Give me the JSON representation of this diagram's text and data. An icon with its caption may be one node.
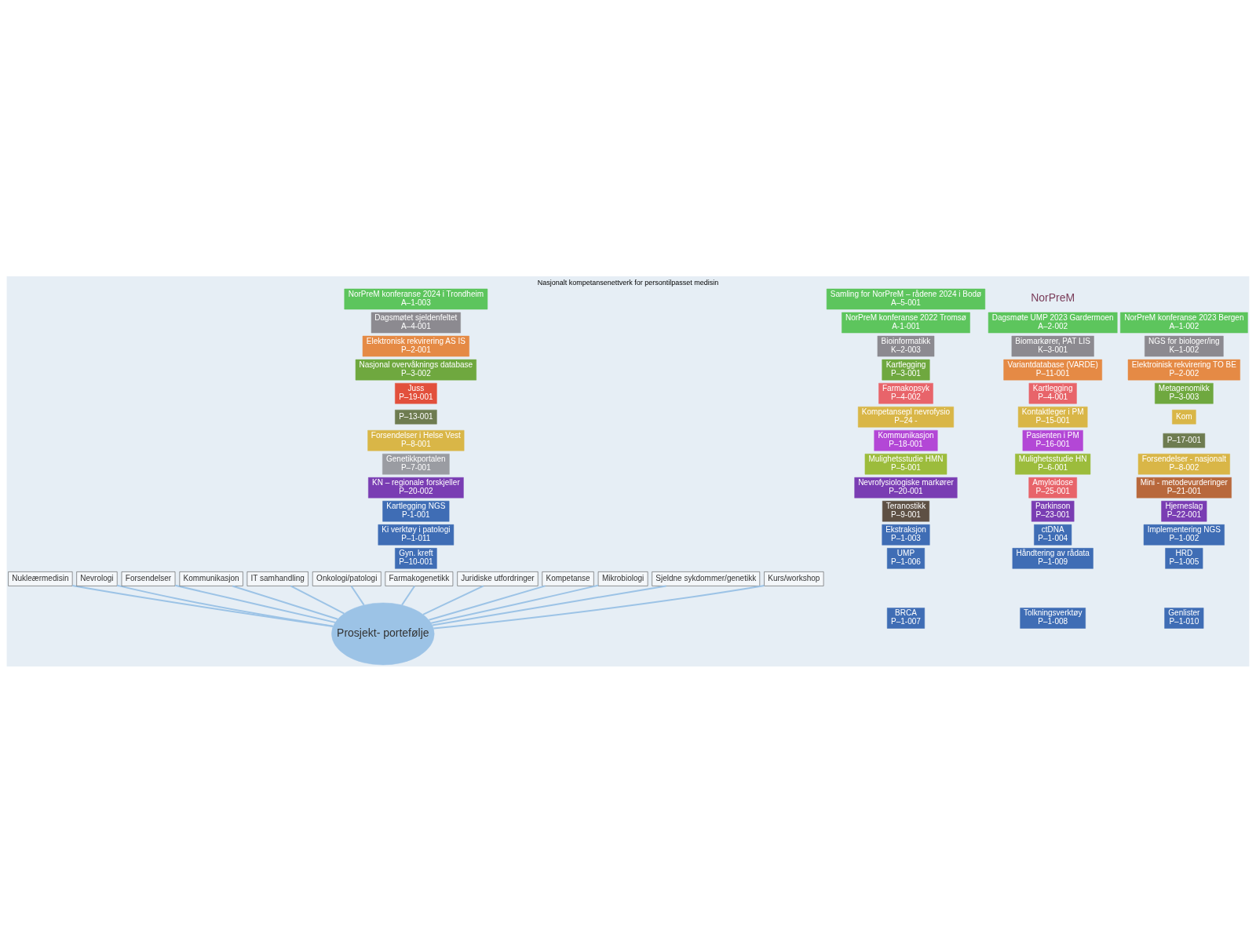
{
  "diagram": {
    "title": "Nasjonalt kompetansenettverk for persontilpasset medisin",
    "nodes": [
      {
        "text": [
          "Prosjekt- portefølje"
        ]
      },
      {
        "text": [
          "Nukleærmedisin"
        ]
      },
      {
        "text": [
          "Nevrologi"
        ]
      },
      {
        "text": [
          "Forsendelser"
        ]
      },
      {
        "text": [
          "Kommunikasjon"
        ]
      },
      {
        "text": [
          "IT samhandling"
        ]
      },
      {
        "text": [
          "Onkologi/patologi"
        ]
      },
      {
        "text": [
          "Farmakogenetikk"
        ]
      },
      {
        "text": [
          "Juridiske utfordringer"
        ]
      },
      {
        "text": [
          "Kompetanse"
        ]
      },
      {
        "text": [
          "Mikrobiologi"
        ]
      },
      {
        "text": [
          "Sjeldne sykdommer/genetikk"
        ]
      },
      {
        "text": [
          "Kurs/workshop"
        ]
      },
      {
        "text": [
          "BRCA",
          "P–1-007"
        ]
      },
      {
        "text": [
          "Tolkningsverktøy",
          "P–1-008"
        ]
      },
      {
        "text": [
          "Genlister",
          "P–1-010"
        ]
      },
      {
        "text": [
          "Gyn. kreft",
          "P–10-001"
        ]
      },
      {
        "text": [
          "UMP",
          "P–1-006"
        ]
      },
      {
        "text": [
          "Håndtering av rådata",
          "P–1-009"
        ]
      },
      {
        "text": [
          "HRD",
          "P–1-005"
        ]
      },
      {
        "text": [
          "Ki verktøy i patologi",
          "P–1-011"
        ]
      },
      {
        "text": [
          "Ekstraksjon",
          "P–1-003"
        ]
      },
      {
        "text": [
          "ctDNA",
          "P–1-004"
        ]
      },
      {
        "text": [
          "Implementering NGS",
          "P–1-002"
        ]
      },
      {
        "text": [
          "Kartlegging NGS",
          "P-1-001"
        ]
      },
      {
        "text": [
          "Teranostikk",
          "P–9-001"
        ]
      },
      {
        "text": [
          "Parkinson",
          "P–23-001"
        ]
      },
      {
        "text": [
          "Hjerneslag",
          "P–22-001"
        ]
      },
      {
        "text": [
          "KN – regionale forskjeller",
          "P–20-002"
        ]
      },
      {
        "text": [
          "Nevrofysiologiske markører",
          "P–20-001"
        ]
      },
      {
        "text": [
          "Amyloidose",
          "P–25-001"
        ]
      },
      {
        "text": [
          "Mini - metodevurderinger",
          "P–21-001"
        ]
      },
      {
        "text": [
          "Genetikkportalen",
          "P–7-001"
        ]
      },
      {
        "text": [
          "Mulighetsstudie HMN",
          "P–5-001"
        ]
      },
      {
        "text": [
          "Mulighetsstudie HN",
          "P–6-001"
        ]
      },
      {
        "text": [
          "Forsendelser - nasjonalt",
          "P–8-002"
        ]
      },
      {
        "text": [
          "Forsendelser i Helse Vest",
          "P–8-001"
        ]
      },
      {
        "text": [
          "Kommunikasjon",
          "P–18-001"
        ]
      },
      {
        "text": [
          "Pasienten i PM",
          "P–16-001"
        ]
      },
      {
        "text": [
          "P–17-001"
        ]
      },
      {
        "text": [
          "P–13-001"
        ]
      },
      {
        "text": [
          "Kompetansepl nevrofysio",
          "P–24 -"
        ]
      },
      {
        "text": [
          "Kontaktleger i PM",
          "P–15-001"
        ]
      },
      {
        "text": [
          "Kom"
        ]
      },
      {
        "text": [
          "Juss",
          "P–19-001"
        ]
      },
      {
        "text": [
          "Farmakopsyk",
          "P–4-002"
        ]
      },
      {
        "text": [
          "Kartlegging",
          "P–4-001"
        ]
      },
      {
        "text": [
          "Metagenomikk",
          "P–3-003"
        ]
      },
      {
        "text": [
          "Nasjonal overvåknings database",
          "P–3-002"
        ]
      },
      {
        "text": [
          "Kartlegging",
          "P–3-001"
        ]
      },
      {
        "text": [
          "Variantdatabase (VARDE)",
          "P–11-001"
        ]
      },
      {
        "text": [
          "Elektroinisk rekvirering TO BE",
          "P–2-002"
        ]
      },
      {
        "text": [
          "Elektronisk rekvirering AS IS",
          "P–2-001"
        ]
      },
      {
        "text": [
          "Bioinformatikk",
          "K–2-003"
        ]
      },
      {
        "text": [
          "Biomarkører, PAT LIS",
          "K–3-001"
        ]
      },
      {
        "text": [
          "NGS for biologer/ing",
          "K–1-002"
        ]
      },
      {
        "text": [
          "Dagsmøtet sjeldenfeltet",
          "A–4-001"
        ]
      },
      {
        "text": [
          "NorPreM konferanse 2022 Tromsø",
          "A-1-001"
        ]
      },
      {
        "text": [
          "Dagsmøte UMP 2023 Gardermoen",
          "A–2-002"
        ]
      },
      {
        "text": [
          "NorPreM konferanse 2023 Bergen",
          "A–1-002"
        ]
      },
      {
        "text": [
          "NorPreM konferanse 2024 i Trondheim",
          "A–1-003"
        ]
      },
      {
        "text": [
          "Samling for NorPreM – rådene 2024 i Bodø",
          "A–5-001"
        ]
      }
    ],
    "edges": [
      {
        "from": 0,
        "to": 1,
        "arrow": "none"
      },
      {
        "from": 0,
        "to": 2,
        "arrow": "none"
      },
      {
        "from": 0,
        "to": 3,
        "arrow": "none"
      },
      {
        "from": 0,
        "to": 4,
        "arrow": "none"
      },
      {
        "from": 0,
        "to": 5,
        "arrow": "none"
      },
      {
        "from": 0,
        "to": 6,
        "arrow": "none"
      },
      {
        "from": 0,
        "to": 7,
        "arrow": "none"
      },
      {
        "from": 0,
        "to": 8,
        "arrow": "none"
      },
      {
        "from": 0,
        "to": 9,
        "arrow": "none"
      },
      {
        "from": 0,
        "to": 10,
        "arrow": "none"
      },
      {
        "from": 0,
        "to": 11,
        "arrow": "none"
      },
      {
        "from": 0,
        "to": 12,
        "arrow": "none"
      }
    ],
    "labels": [
      "NorPreM"
    ]
  }
}
